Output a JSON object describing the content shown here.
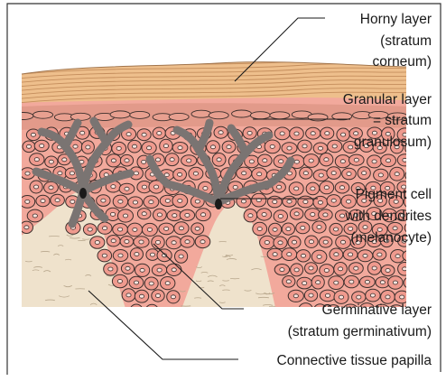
{
  "labels": {
    "horny": [
      "Horny layer",
      "(stratum",
      "corneum)"
    ],
    "granular": [
      "Granular layer",
      "= stratum",
      "granulosum)"
    ],
    "pigment": [
      "Pigment cell",
      "with dendrites",
      "(melanocyte)"
    ],
    "germinative": [
      "Germinative layer",
      "(stratum germinativum)"
    ],
    "papilla": [
      "Connective tissue papilla"
    ]
  },
  "colors": {
    "horny_layer": "#eebf8c",
    "granular_layer": "#e8a090",
    "cell_fill": "#ef9a8e",
    "cell_outline": "#3c2f2c",
    "melanocyte": "#7a7472",
    "connective_tissue": "#efe2cc",
    "frame": "#333333"
  }
}
